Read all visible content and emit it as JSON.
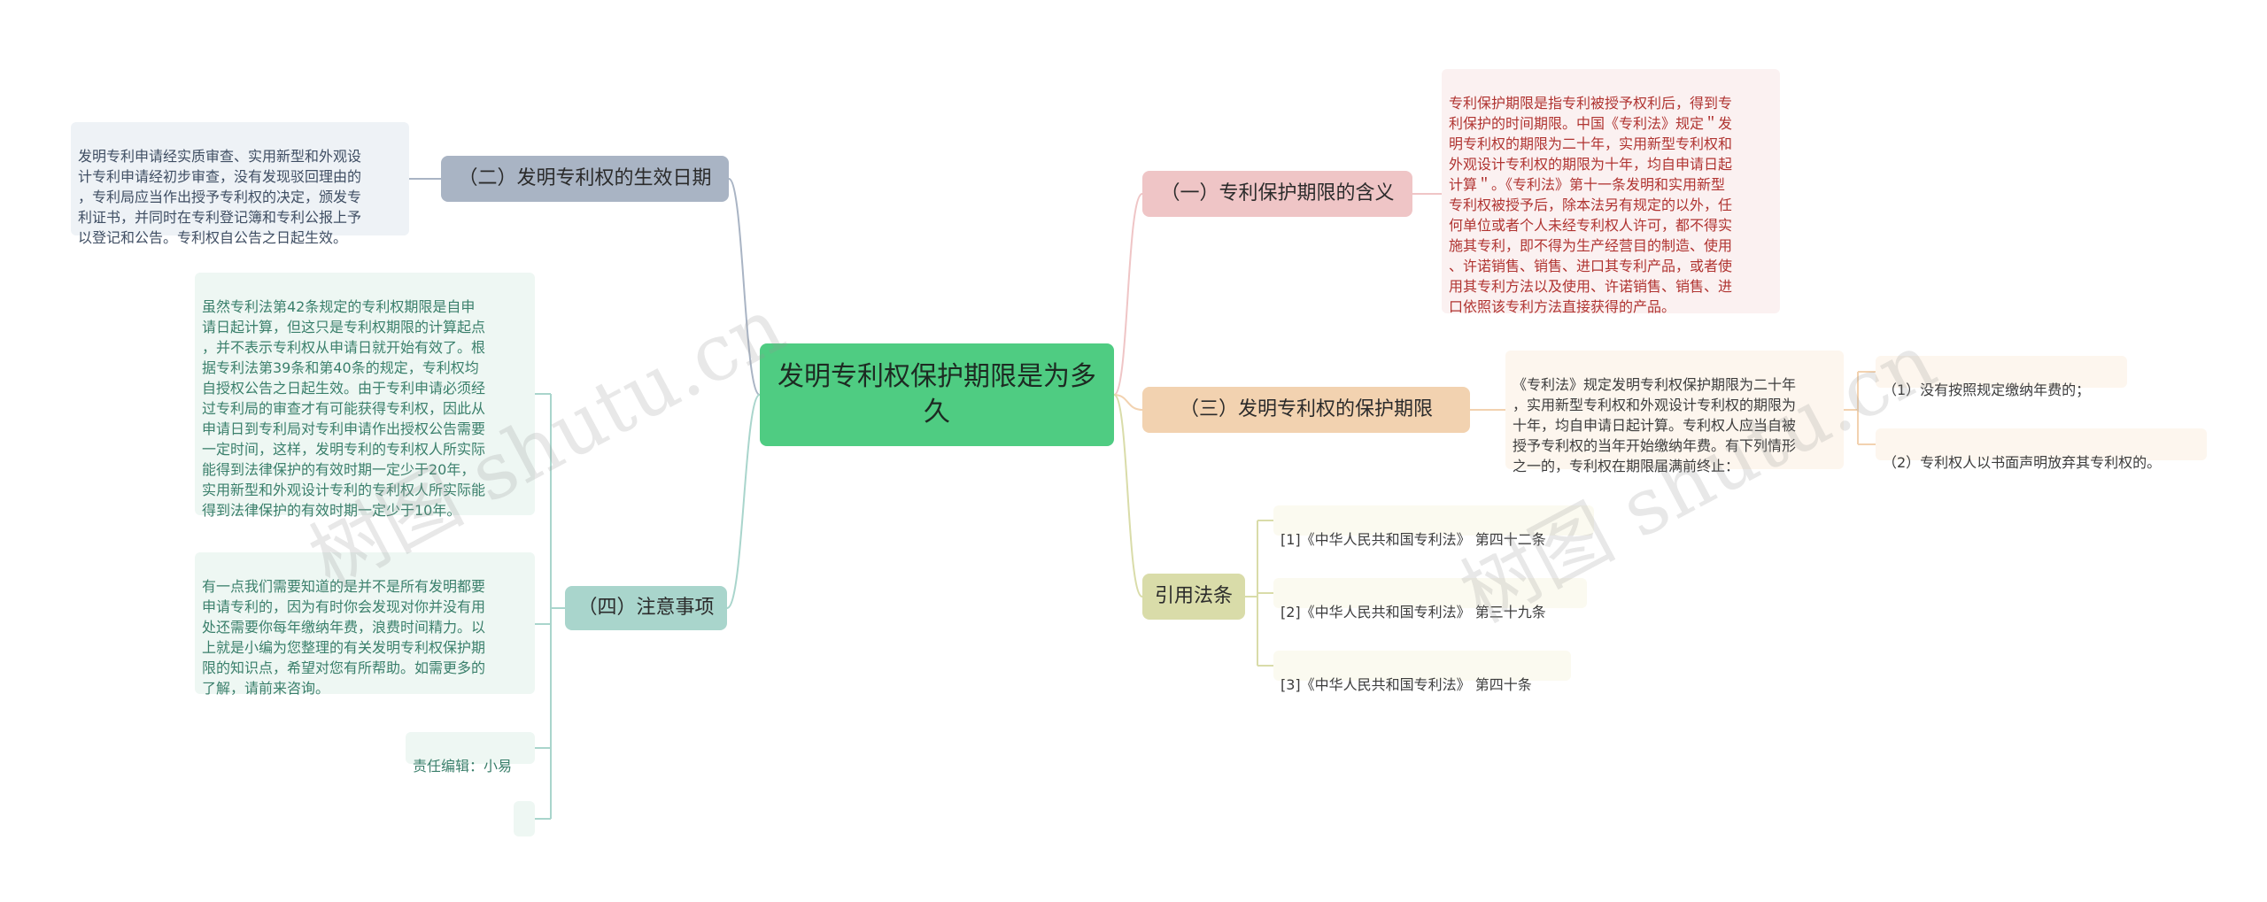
{
  "center": {
    "title": "发明专利权保护期限是为多久"
  },
  "left": {
    "topic2": {
      "label": "（二）发明专利权的生效日期",
      "leaf": "发明专利申请经实质审查、实用新型和外观设\n计专利申请经初步审查，没有发现驳回理由的\n，专利局应当作出授予专利权的决定，颁发专\n利证书，并同时在专利登记簿和专利公报上予\n以登记和公告。专利权自公告之日起生效。"
    },
    "topic4": {
      "label": "（四）注意事项",
      "leaf1": "虽然专利法第42条规定的专利权期限是自申\n请日起计算，但这只是专利权期限的计算起点\n，并不表示专利权从申请日就开始有效了。根\n据专利法第39条和第40条的规定，专利权均\n自授权公告之日起生效。由于专利申请必须经\n过专利局的审查才有可能获得专利权，因此从\n申请日到专利局对专利申请作出授权公告需要\n一定时间，这样，发明专利的专利权人所实际\n能得到法律保护的有效时期一定少于20年，\n实用新型和外观设计专利的专利权人所实际能\n得到法律保护的有效时期一定少于10年。",
      "leaf2": "有一点我们需要知道的是并不是所有发明都要\n申请专利的，因为有时你会发现对你并没有用\n处还需要你每年缴纳年费，浪费时间精力。以\n上就是小编为您整理的有关发明专利权保护期\n限的知识点，希望对您有所帮助。如需更多的\n了解，请前来咨询。",
      "leaf3": "责任编辑：小易",
      "leaf4": ""
    }
  },
  "right": {
    "topic1": {
      "label": "（一）专利保护期限的含义",
      "leaf": "专利保护期限是指专利被授予权利后，得到专\n利保护的时间期限。中国《专利法》规定＂发\n明专利权的期限为二十年，实用新型专利权和\n外观设计专利权的期限为十年，均自申请日起\n计算＂。《专利法》第十一条发明和实用新型\n专利权被授予后，除本法另有规定的以外，任\n何单位或者个人未经专利权人许可，都不得实\n施其专利，即不得为生产经营目的制造、使用\n、许诺销售、销售、进口其专利产品，或者使\n用其专利方法以及使用、许诺销售、销售、进\n口依照该专利方法直接获得的产品。"
    },
    "topic3": {
      "label": "（三）发明专利权的保护期限",
      "leaf": "《专利法》规定发明专利权保护期限为二十年\n，实用新型专利权和外观设计专利权的期限为\n十年，均自申请日起计算。专利权人应当自被\n授予专利权的当年开始缴纳年费。有下列情形\n之一的，专利权在期限届满前终止：",
      "sub1": "（1）没有按照规定缴纳年费的；",
      "sub2": "（2）专利权人以书面声明放弃其专利权的。"
    },
    "refs": {
      "label": "引用法条",
      "items": [
        "[1]《中华人民共和国专利法》 第四十二条",
        "[2]《中华人民共和国专利法》 第三十九条",
        "[3]《中华人民共和国专利法》 第四十条"
      ]
    }
  },
  "watermarks": [
    "树图 shutu.cn",
    "树图 shutu.cn"
  ],
  "colors": {
    "center": "#4fcc82",
    "line_left_top": "#a9b4c4",
    "line_left_bottom": "#a9d5cc",
    "line_right1": "#efc5c6",
    "line_right3": "#f2d2b0",
    "line_refs": "#d9dca9"
  }
}
